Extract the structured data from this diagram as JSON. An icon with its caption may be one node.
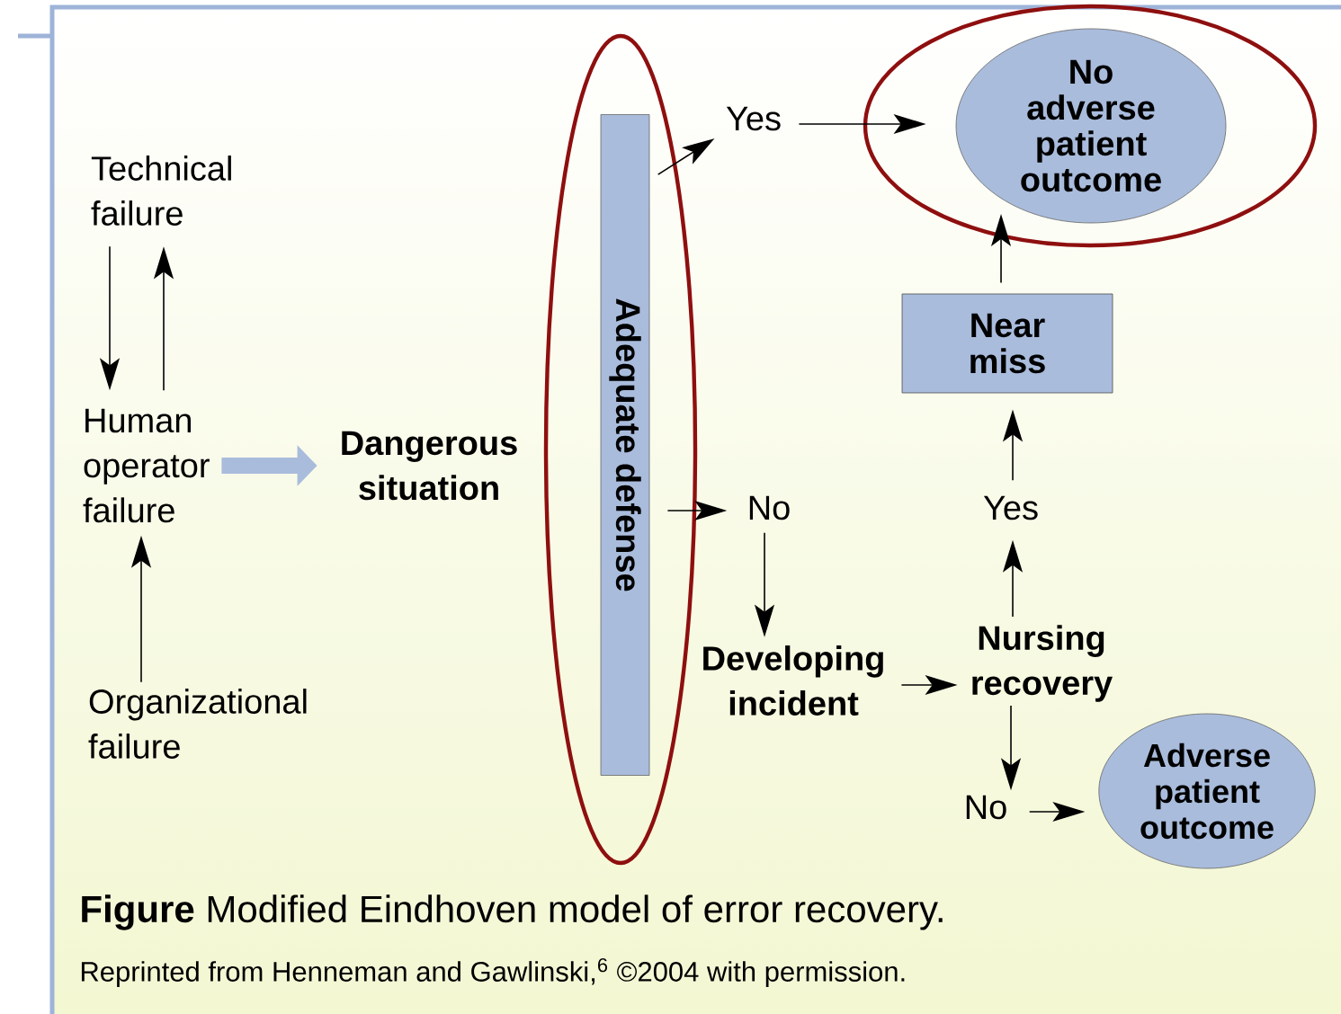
{
  "diagram": {
    "caption": "**Figure** Modified Eindhoven model of error recovery.",
    "nodes": [
      {
        "text": [
          "Technical failure"
        ]
      },
      {
        "text": [
          "Human operator failure"
        ]
      },
      {
        "text": [
          "Organizational failure"
        ]
      },
      {
        "text": [
          "Dangerous situation"
        ]
      },
      {
        "text": [
          "Adequate defense"
        ]
      },
      {
        "text": [
          "Yes"
        ]
      },
      {
        "text": [
          "No adverse patient outcome"
        ]
      },
      {
        "text": [
          "Near miss"
        ]
      },
      {
        "text": [
          "Yes"
        ]
      },
      {
        "text": [
          "No"
        ]
      },
      {
        "text": [
          "Developing incident"
        ]
      },
      {
        "text": [
          "Nursing recovery"
        ]
      },
      {
        "text": [
          "No"
        ]
      },
      {
        "text": [
          "Adverse patient outcome"
        ]
      }
    ],
    "edges": [
      {
        "from": 0,
        "to": 1,
        "arrow": "to"
      },
      {
        "from": 1,
        "to": 0,
        "arrow": "to"
      },
      {
        "from": 2,
        "to": 1,
        "arrow": "to"
      },
      {
        "from": 1,
        "to": 3,
        "arrow": "to",
        "style": "thick",
        "color": "#a9bcdc"
      },
      {
        "from": 4,
        "to": 5,
        "arrow": "to"
      },
      {
        "from": 5,
        "to": 6,
        "arrow": "to"
      },
      {
        "from": 4,
        "to": 9,
        "arrow": "to"
      },
      {
        "from": 9,
        "to": 10,
        "arrow": "to"
      },
      {
        "from": 10,
        "to": 11,
        "arrow": "to"
      },
      {
        "from": 11,
        "to": 8,
        "arrow": "to"
      },
      {
        "from": 8,
        "to": 7,
        "arrow": "to"
      },
      {
        "from": 7,
        "to": 6,
        "arrow": "to"
      },
      {
        "from": 11,
        "to": 12,
        "arrow": "to"
      },
      {
        "from": 12,
        "to": 13,
        "arrow": "to"
      }
    ],
    "labels": [
      "Reprinted from Henneman and Gawlinski,$^{6}$ ©2004 with permission."
    ]
  }
}
